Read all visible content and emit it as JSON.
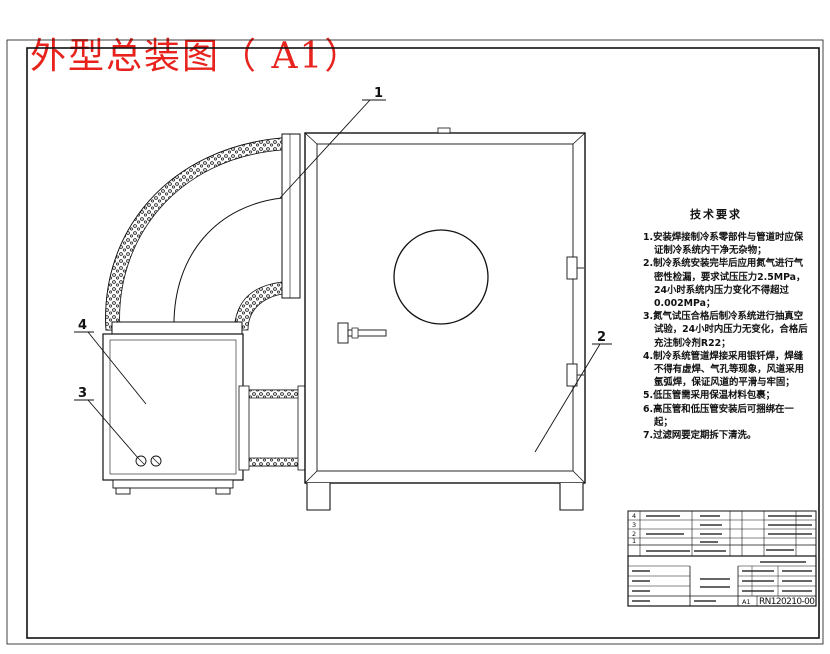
{
  "drawing": {
    "title": "外型总装图（ A1）",
    "callouts": [
      "1",
      "2",
      "3",
      "4"
    ]
  },
  "tech_requirements": {
    "heading": "技术要求",
    "items": [
      "1.安装焊接制冷系零部件与管道时应保证制冷系统内干净无杂物；",
      "2.制冷系统安装完毕后应用氮气进行气密性检漏，要求试压压力2.5MPa，24小时系统内压力变化不得超过0.002MPa；",
      "3.氮气试压合格后制冷系统进行抽真空试验，24小时内压力无变化，合格后充注制冷剂R22；",
      "4.制冷系统管道焊接采用银钎焊，焊缝不得有虚焊、气孔等现象，风道采用氩弧焊，保证风道的平滑与牢固；",
      "5.低压管需采用保温材料包裹；",
      "6.高压管和低压管安装后可捆绑在一起；",
      "7.过滤网要定期拆下清洗。"
    ]
  },
  "title_block": {
    "drawing_number": "RN120210-00",
    "sheet_scale": "A1",
    "row_numbers": [
      "4",
      "3",
      "2",
      "1"
    ]
  },
  "colors": {
    "title_red": "#e8231e",
    "line": "#111111"
  }
}
